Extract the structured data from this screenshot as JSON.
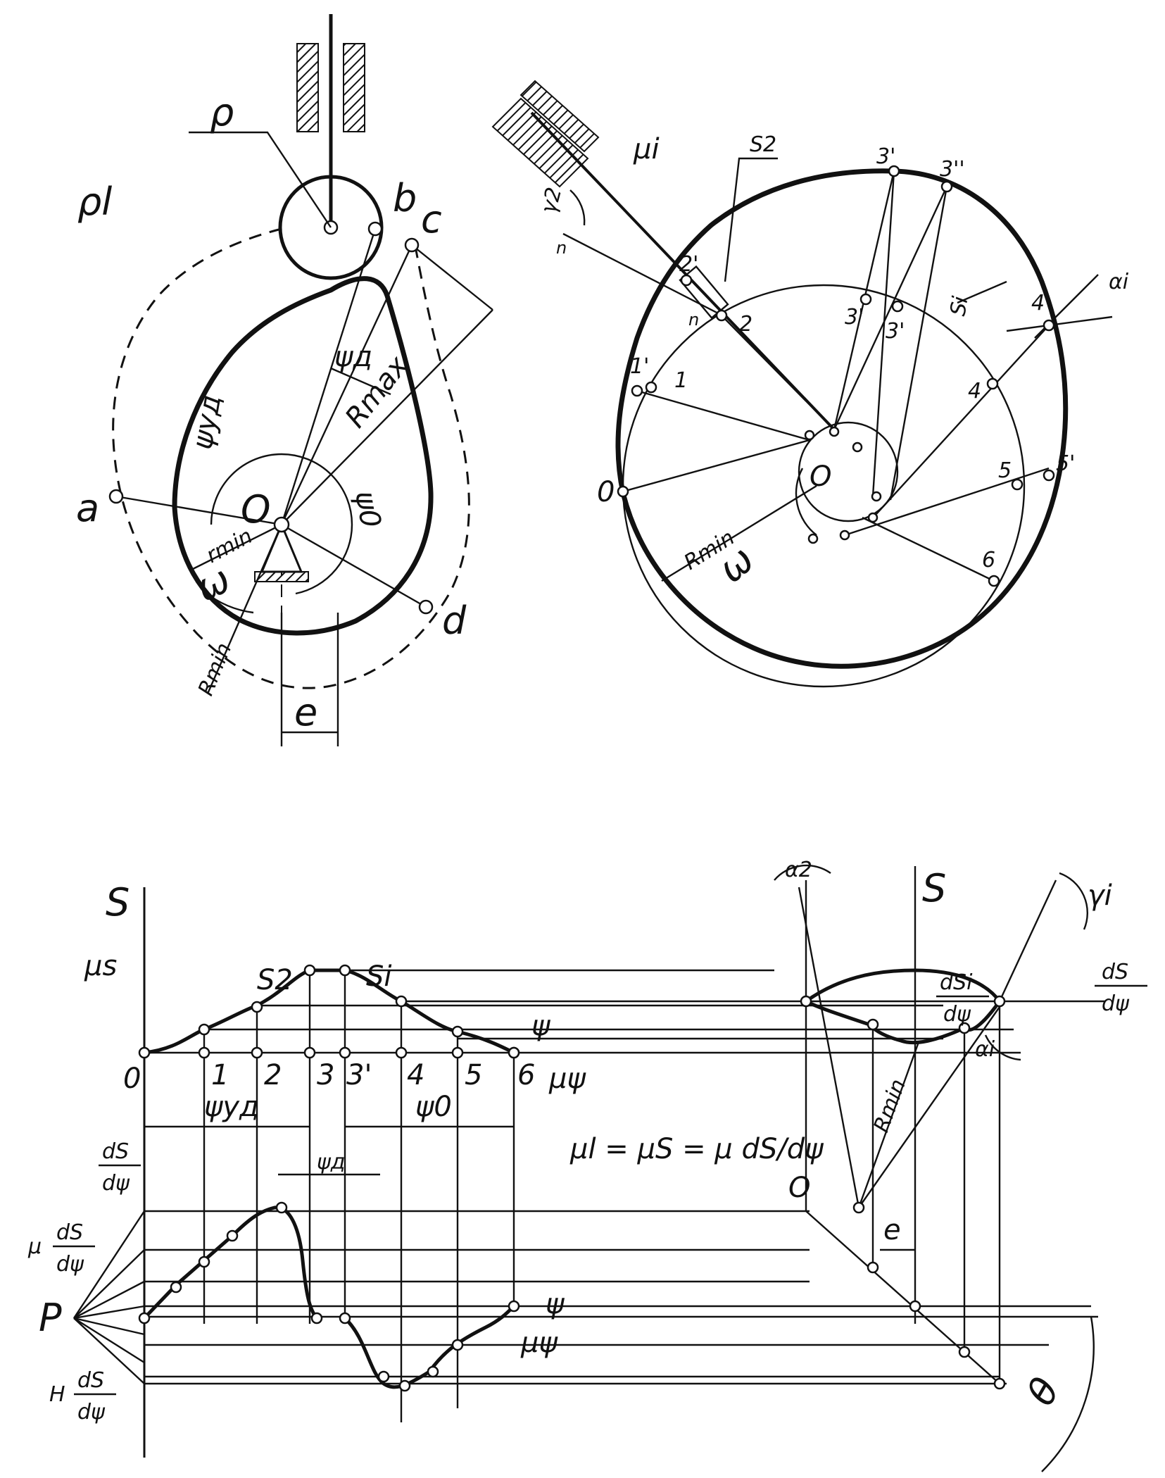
{
  "labels": {
    "rho": "ρ",
    "rho_l": "ρl",
    "b": "b",
    "c": "c",
    "a": "a",
    "d": "d",
    "O_left": "O",
    "e_left": "e",
    "psi_ud": "ψуд",
    "psi_d": "ψд",
    "psi_0": "ψ0",
    "r_min": "rmin",
    "R_max": "Rmax",
    "R_min_left": "Rmin",
    "omega_left": "ω",
    "mu_i": "μi",
    "s2_top": "S2",
    "n1": "n",
    "n2": "n",
    "gamma2": "γ2",
    "p3a": "3'",
    "p3b": "3''",
    "p3c": "3'",
    "p3d": "3'",
    "p4p": "4'",
    "si_top": "Si",
    "alpha_i_top": "αi",
    "p2p": "2'",
    "p2": "2",
    "p1p": "1'",
    "p1": "1",
    "p0": "0",
    "O_right": "O",
    "p4": "4",
    "p5": "5",
    "p5p": "5'",
    "p6": "6",
    "R_min_right": "Rmin",
    "omega_right": "ω",
    "S_axis": "S",
    "mu_s": "μs",
    "S2_curve": "S2",
    "Si_curve": "Si",
    "psi_axis": "ψ",
    "t0": "0",
    "t1": "1",
    "t2": "2",
    "t3": "3",
    "t3p": "3'",
    "t4": "4",
    "t5": "5",
    "t6": "6",
    "mu_psi": "μψ",
    "psi_ud_b": "ψуд",
    "psi_0_b": "ψ0",
    "psi_d_b": "ψд",
    "equation": "μl = μS = μ dS/dψ",
    "dS_num": "dS",
    "dpsi_den": "dψ",
    "mu_dS_num": "dS",
    "mu_prefix": "μ",
    "mu_dpsi_den": "dψ",
    "P": "P",
    "H_prefix": "H",
    "H_dS_num": "dS",
    "H_dpsi_den": "dψ",
    "psi_axis_b": "ψ",
    "mu_psi_b": "μψ",
    "alpha2": "α2",
    "S_right": "S",
    "gamma_i": "γi",
    "dSi_num": "dSi",
    "dSi_den": "dψ",
    "dS_right_num": "dS",
    "dS_right_den": "dψ",
    "alpha_i_b": "αi",
    "R_min_b": "Rmin",
    "O_b": "O",
    "e_b": "e",
    "theta": "θ"
  }
}
